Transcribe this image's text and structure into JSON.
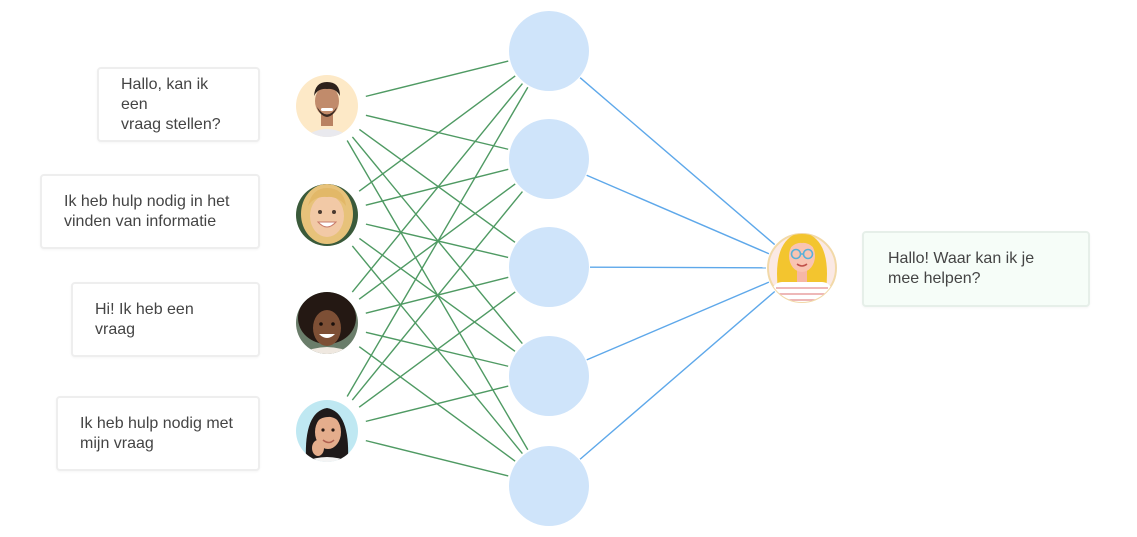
{
  "user_messages": [
    {
      "text": "Hallo, kan ik een\nvraag stellen?"
    },
    {
      "text": "Ik heb hulp nodig in het\nvinden van informatie"
    },
    {
      "text": "Hi! Ik heb een vraag"
    },
    {
      "text": "Ik heb hulp nodig met\nmijn vraag"
    }
  ],
  "assistant_reply": {
    "text": "Hallo! Waar kan ik je\nmee helpen?"
  },
  "colors": {
    "input_edges": "#4f9a63",
    "output_edges": "#5ea8ea",
    "hidden_nodes": "#cfe4fa",
    "bubble_border": "#eeeeee",
    "reply_background": "#f6fdf8"
  },
  "icons": {
    "users": [
      "man-avatar-icon",
      "blonde-woman-avatar-icon",
      "curly-hair-woman-avatar-icon",
      "thinking-woman-avatar-icon"
    ],
    "assistant": "assistant-avatar-icon"
  }
}
